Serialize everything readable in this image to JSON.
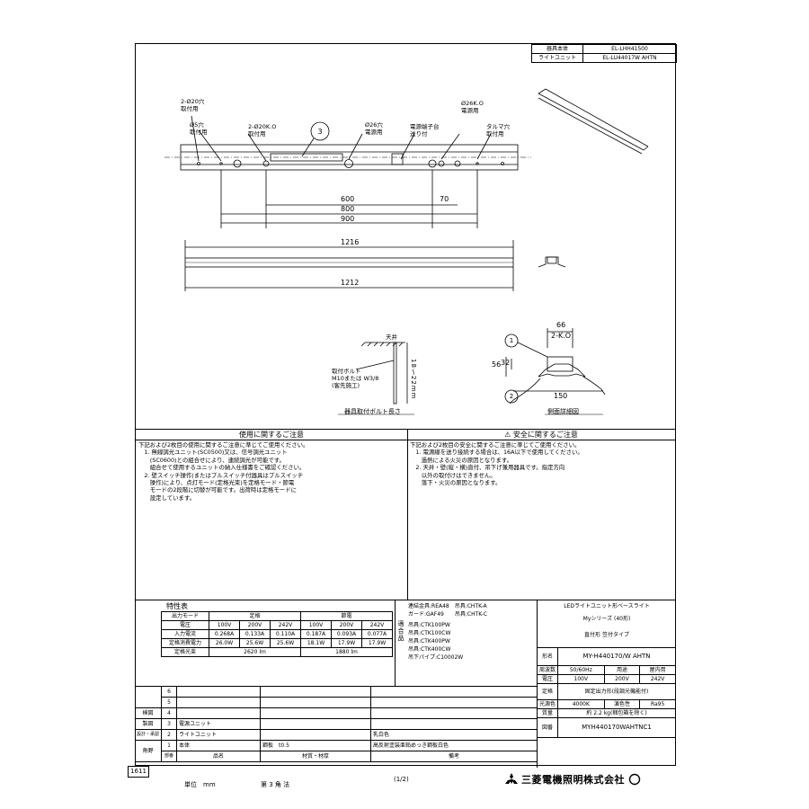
{
  "header_table": [
    {
      "label": "器具本体",
      "value": "EL-LHH41500"
    },
    {
      "label": "ライトユニット",
      "value": "EL-LU44017W AHTN"
    }
  ],
  "drawing": {
    "callouts": {
      "c1": "2-Ø20穴",
      "c1b": "取付用",
      "c2": "Ø5穴",
      "c2b": "取付用",
      "c3": "2-Ø20K.O",
      "c3b": "取付用",
      "c4": "3",
      "c5": "Ø26穴",
      "c5b": "電源用",
      "c6": "電源端子台",
      "c6b": "送り付",
      "c7": "Ø26K.O",
      "c7b": "電源用",
      "c8": "タルマ穴",
      "c8b": "取付用"
    },
    "dims": {
      "d600": "600",
      "d70": "70",
      "d800": "800",
      "d900": "900",
      "d1216": "1216",
      "d1212": "1212"
    },
    "bolt": {
      "ceiling": "天井",
      "bolt_label1": "取付ボルト",
      "bolt_label2": "M10または W3/8",
      "bolt_label3": "(客先施工)",
      "length": "18～22mm",
      "caption": "器具取付ボルト長さ"
    },
    "section": {
      "d66": "66",
      "dko": "2-K.O",
      "d56": "56",
      "d32": "32",
      "d150": "150",
      "n1": "1",
      "n2": "2",
      "caption": "側面詳細図"
    }
  },
  "notes": {
    "use": {
      "title": "使用に関するご注意",
      "body": "下記および2枚目の使用に関するご注意に準じてご使用ください。\n　1. 無線調光ユニット(SC0500)又は、信号調光ユニット\n　　(SC0600)との組合せにより、連続調光が可能です。\n　　組合せて使用するユニットの納入仕様書をご確認ください。\n　2. 壁スイッチ操作(またはプルスイッチ付器具はプルスイッチ\n　　操作)により、点灯モード(定格光束)を定格モード・節電\n　　モードの2段階に切替が可能です。出荷時は定格モードに\n　　設定しています。"
    },
    "safety": {
      "title": "⚠ 安全に関するご注意",
      "body": "下記および2枚目の安全に関するご注意に準じてご使用ください。\n　1. 電源線を送り接続する場合は、16A以下で使用してください。\n　　過熱による火災の原因となります。\n　2. 天井・壁(縦・横)直付、吊下げ兼用器具です。指定方向\n　　以外の取付けはできません。\n　　落下・火災の原因となります。"
    }
  },
  "spec": {
    "title": "特性表",
    "row_output_mode": "出力モード",
    "rated": "定格",
    "save": "節電",
    "voltage_label": "電圧",
    "voltages": [
      "100V",
      "200V",
      "242V",
      "100V",
      "200V",
      "242V"
    ],
    "rows": [
      {
        "label": "入力電流",
        "values": [
          "0.268A",
          "0.133A",
          "0.110A",
          "0.187A",
          "0.093A",
          "0.077A"
        ]
      },
      {
        "label": "定格消費電力",
        "values": [
          "26.0W",
          "25.6W",
          "25.6W",
          "18.1W",
          "17.9W",
          "17.9W"
        ]
      }
    ],
    "flux_label": "定格光束",
    "flux_rated": "2620 lm",
    "flux_save": "1880 lm"
  },
  "accessories": {
    "side": "適合品",
    "lines": [
      "連結金具:REA48　吊具:CHTK-A",
      "ガード:GAF49　　吊具:CHTK-C",
      "吊具:CTK100PW",
      "吊具:CTK100CW",
      "吊具:CTK400PW",
      "吊具:CTK400CW",
      "吊下パイプ:C10002W"
    ]
  },
  "product": {
    "name1": "LEDライトユニット形ベースライト",
    "name2": "Myシリーズ (40形)",
    "name3": "直付形 笠付タイプ",
    "type_label": "形名",
    "type_value": "MY-H440170/W AHTN",
    "freq_label": "周波数",
    "freq_value": "50/60Hz",
    "use_label": "用途",
    "use_value": "屋内用",
    "volt_label": "電圧",
    "volt_values": [
      "100V",
      "200V",
      "242V"
    ],
    "rating_label": "定格",
    "rating_value": "固定出力形(段調光機能付)",
    "color_label": "光源色",
    "color_value": "4000K",
    "cri_label": "演色性",
    "cri_value": "Ra95",
    "mass_label": "質量",
    "mass_value": "約 2.2 kg(梱包箱を除く)",
    "drawno_label": "図番",
    "drawno_value": "MYH440170WAHTNC1"
  },
  "parts": {
    "side_labels": [
      "検図",
      "製図",
      "設計・承認",
      "角野"
    ],
    "rows": [
      {
        "no": "6",
        "name": "",
        "material": "",
        "note": ""
      },
      {
        "no": "5",
        "name": "",
        "material": "",
        "note": ""
      },
      {
        "no": "4",
        "name": "",
        "material": "",
        "note": ""
      },
      {
        "no": "3",
        "name": "電源ユニット",
        "material": "",
        "note": ""
      },
      {
        "no": "2",
        "name": "ライトユニット",
        "material": "",
        "note": "乳白色"
      },
      {
        "no": "1",
        "name": "本体",
        "material": "鋼板　t0.5",
        "note": "高反射塗装亜鉛めっき鋼板白色"
      }
    ],
    "header": {
      "no": "部番",
      "name": "品名",
      "material": "材質・材厚",
      "note": "備考"
    }
  },
  "footer": {
    "code": "1611",
    "unit": "単位　mm",
    "angle": "第 3 角 法",
    "page": "(1/2)",
    "company": "三菱電機照明株式会社"
  }
}
